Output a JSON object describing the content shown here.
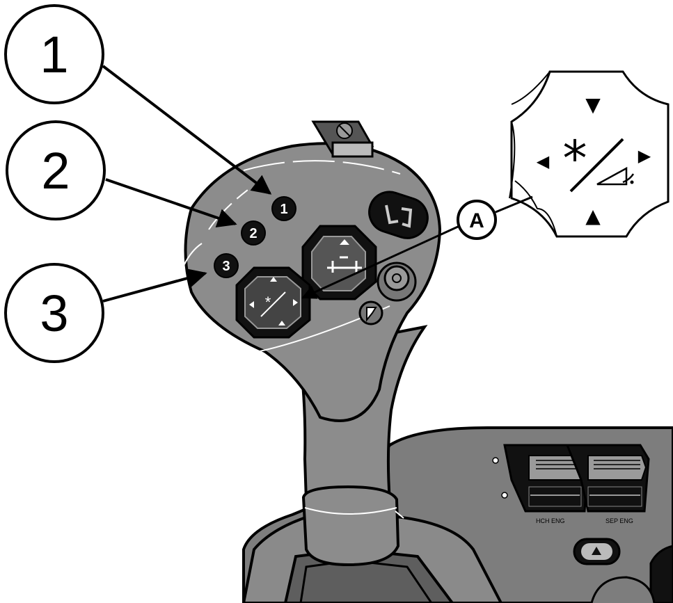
{
  "callouts": [
    {
      "id": "1",
      "label": "1"
    },
    {
      "id": "2",
      "label": "2"
    },
    {
      "id": "3",
      "label": "3"
    }
  ],
  "handle_buttons": [
    {
      "label": "1"
    },
    {
      "label": "2"
    },
    {
      "label": "3"
    }
  ],
  "detail_callout": {
    "label": "A"
  },
  "detail_symbols": {
    "up": "▲",
    "down": "▼",
    "left": "◀",
    "right": "▶",
    "star": "*"
  },
  "console_labels": {
    "switch_left": "HCH ENG",
    "switch_right": "SEP ENG"
  },
  "colors": {
    "handle_gray": "#8c8c8c",
    "console_gray": "#7d7d7d",
    "button_black": "#111111",
    "outline": "#000000"
  }
}
